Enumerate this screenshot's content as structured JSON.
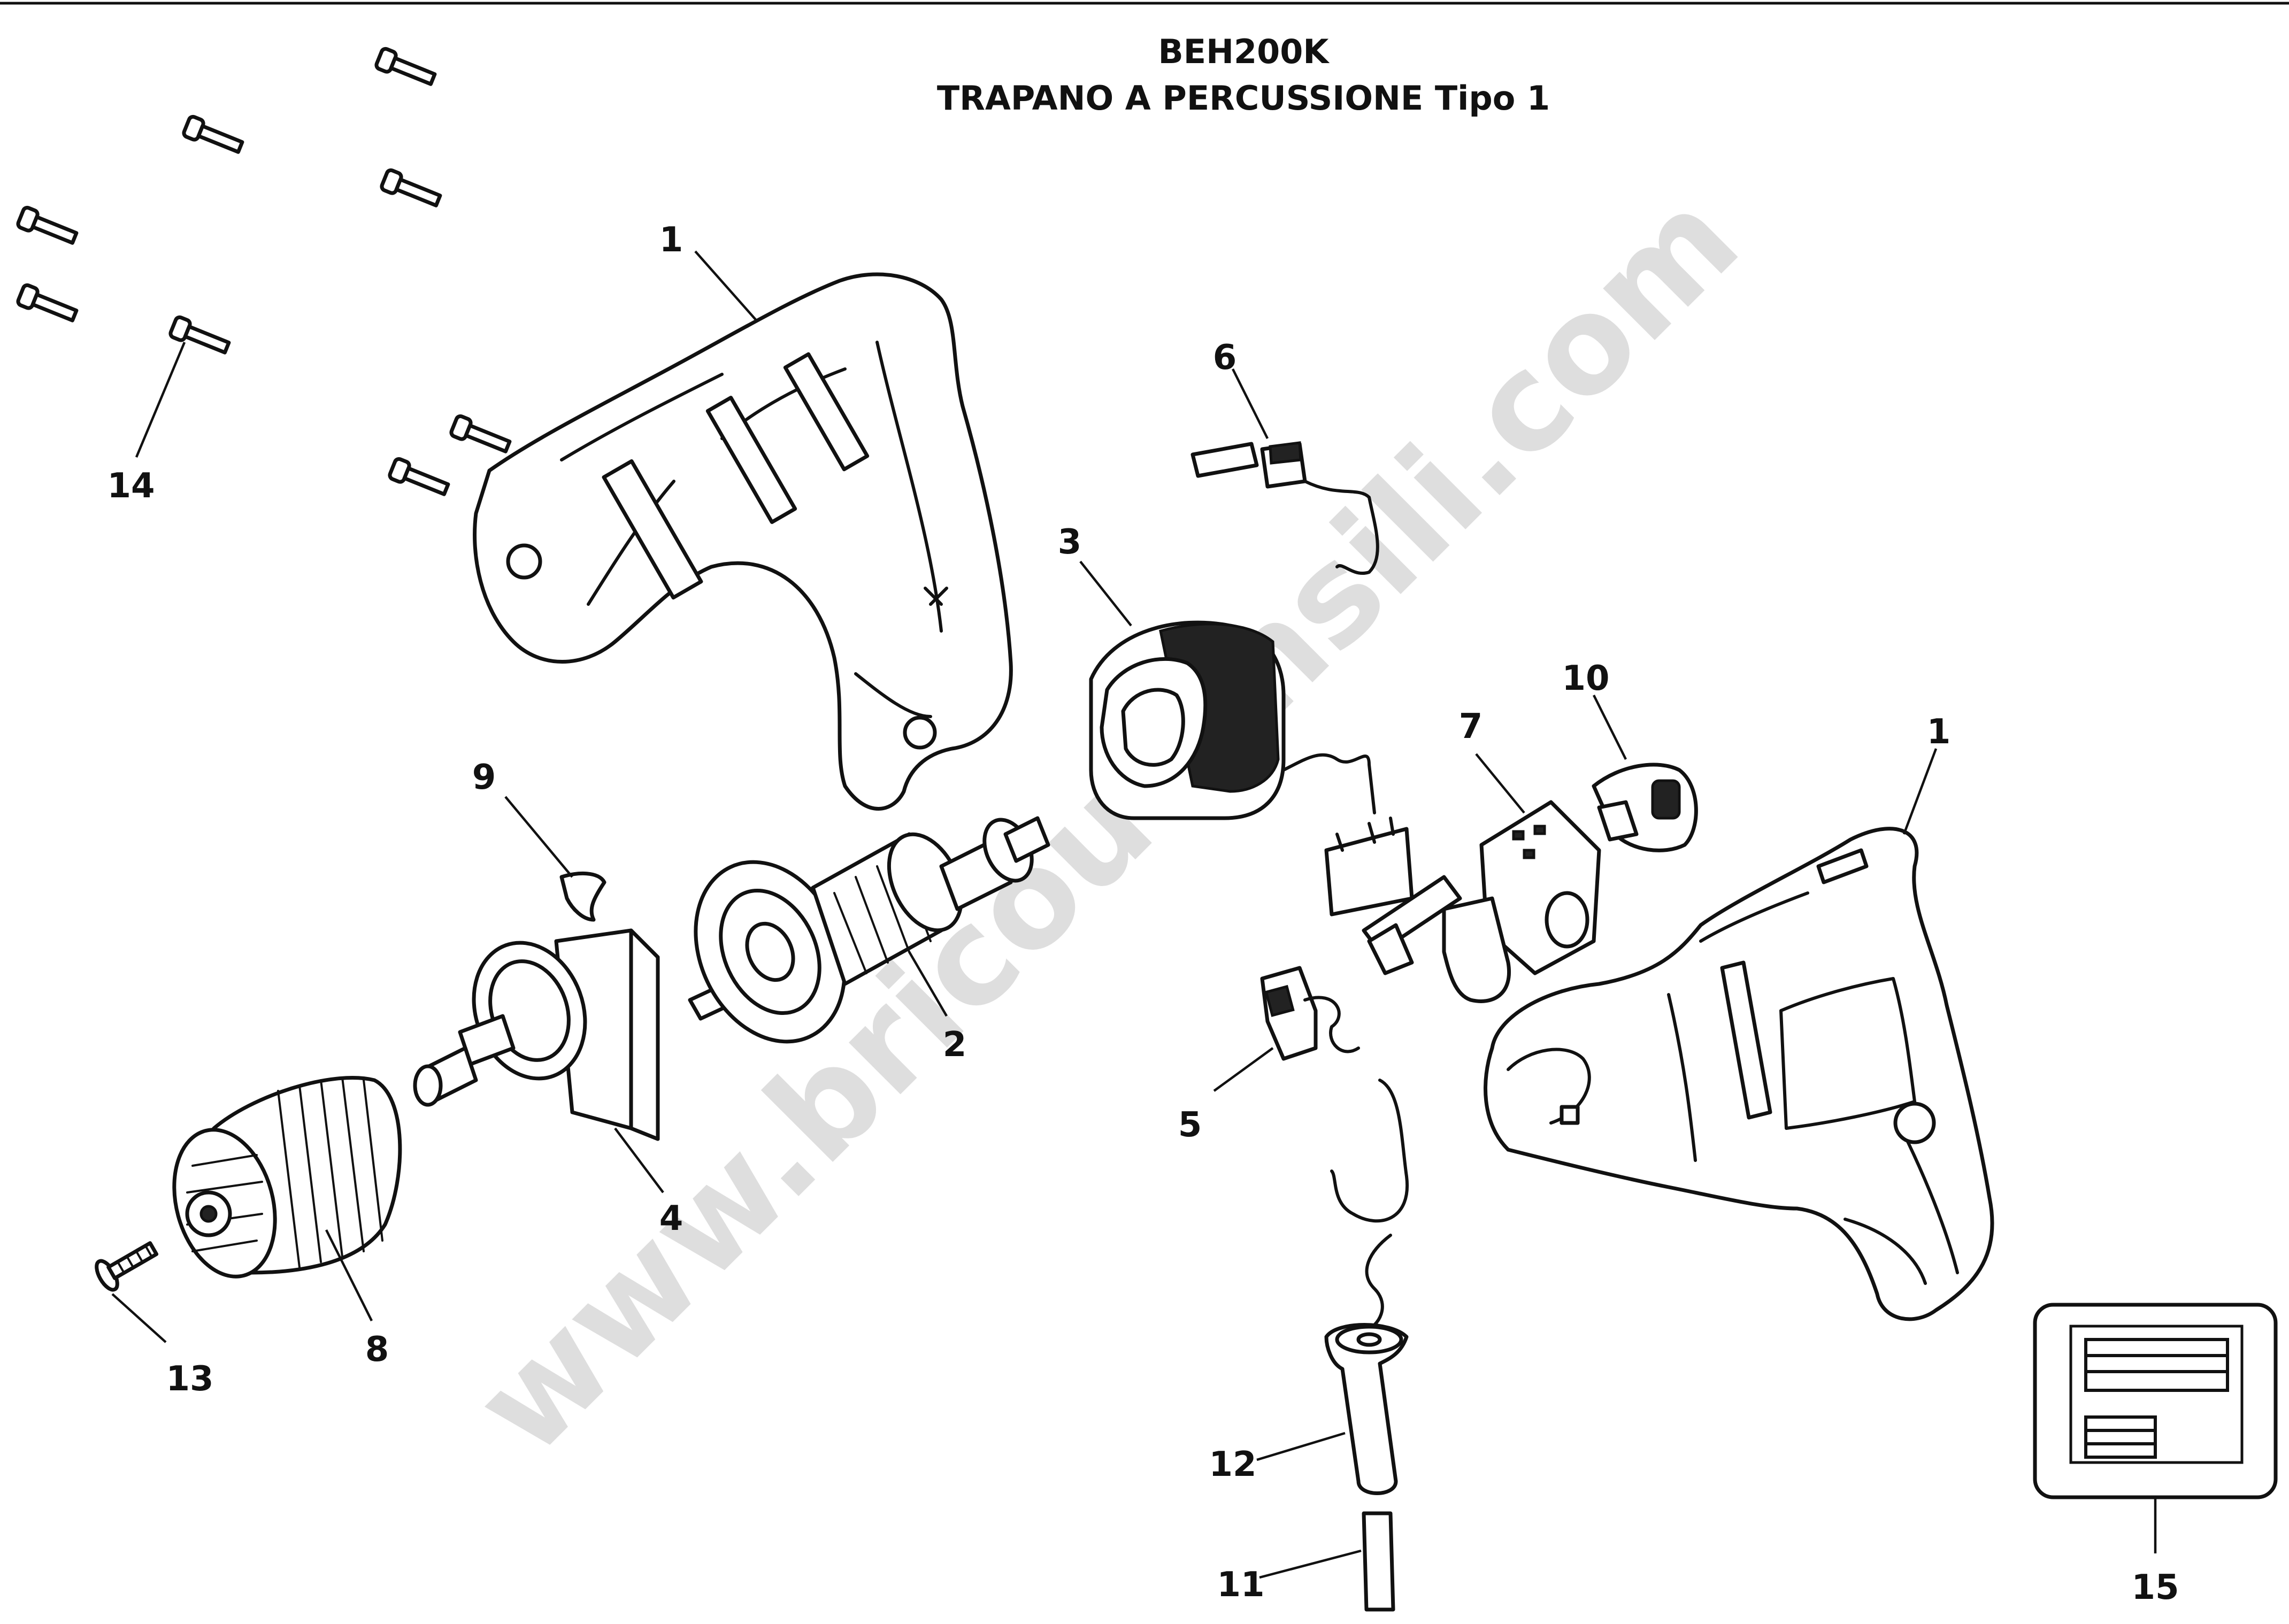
{
  "header": {
    "model": "BEH200K",
    "subtitle": "TRAPANO A PERCUSSIONE Tipo 1"
  },
  "watermark": "www.bricoutensili.com",
  "callouts": {
    "housing_left": "1",
    "housing_right": "1",
    "armature": "2",
    "field": "3",
    "gearbox": "4",
    "capacitor": "5",
    "brush_holder": "6",
    "switch": "7",
    "chuck": "8",
    "clip": "9",
    "selector": "10",
    "cord": "11",
    "cord_guard": "12",
    "chuck_screw": "13",
    "screws": "14",
    "label": "15"
  }
}
